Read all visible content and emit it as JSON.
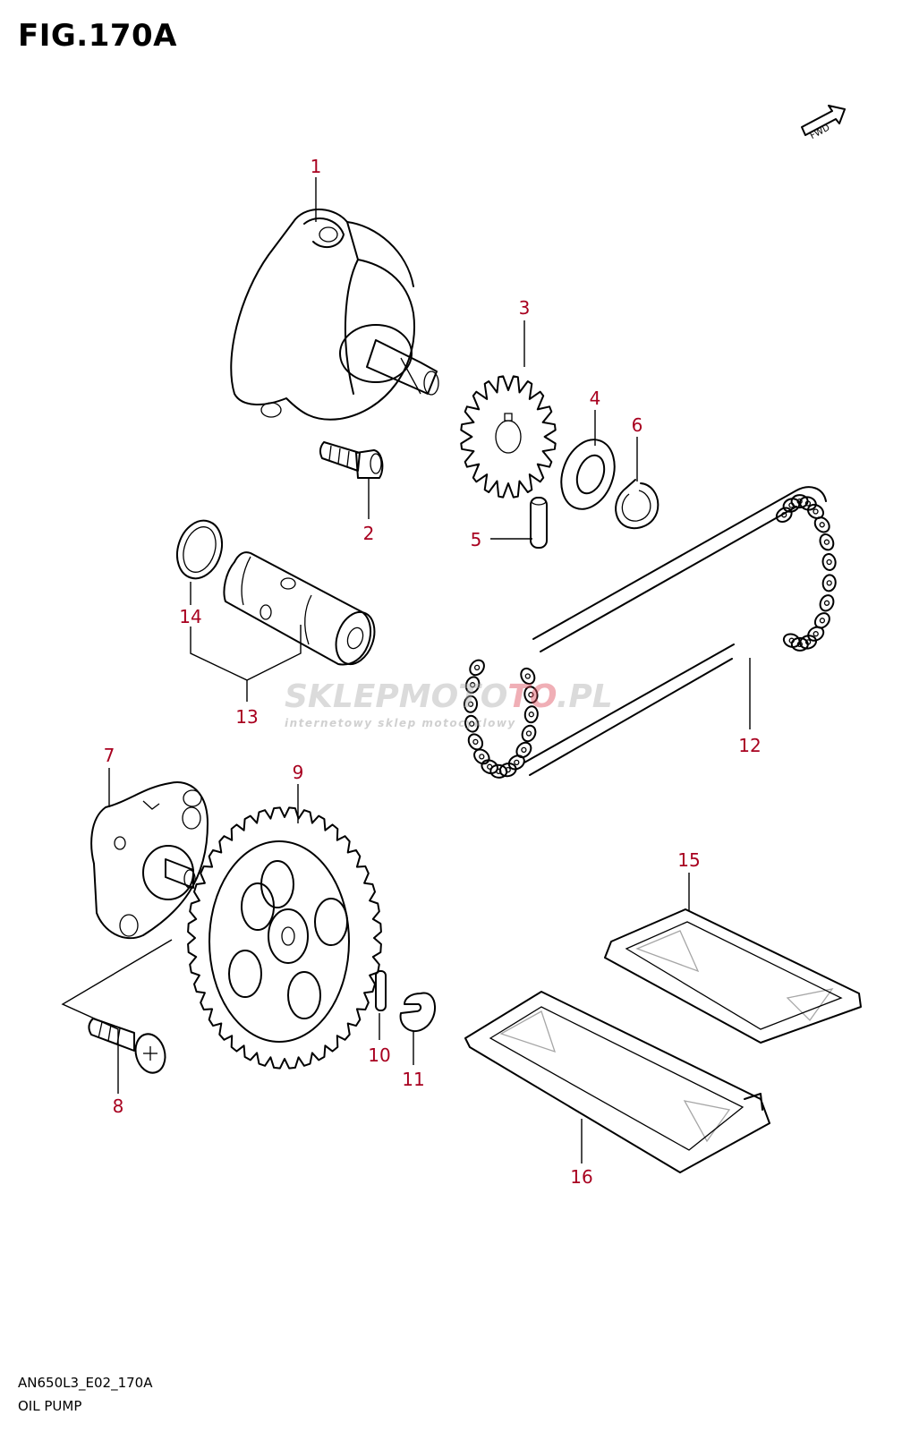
{
  "figure": {
    "title": "FIG.170A",
    "model_code": "AN650L3_E02_170A",
    "name": "OIL PUMP",
    "fwd_label": "FWD"
  },
  "watermark": {
    "brand_a": "SKLEPMOTO",
    "brand_b": "TO",
    "brand_c": ".PL",
    "tagline": "internetowy sklep motocyklowy"
  },
  "callouts": [
    {
      "id": "callout-1",
      "label": "1"
    },
    {
      "id": "callout-2",
      "label": "2"
    },
    {
      "id": "callout-3",
      "label": "3"
    },
    {
      "id": "callout-4",
      "label": "4"
    },
    {
      "id": "callout-5",
      "label": "5"
    },
    {
      "id": "callout-6",
      "label": "6"
    },
    {
      "id": "callout-7",
      "label": "7"
    },
    {
      "id": "callout-8",
      "label": "8"
    },
    {
      "id": "callout-9",
      "label": "9"
    },
    {
      "id": "callout-10",
      "label": "10"
    },
    {
      "id": "callout-11",
      "label": "11"
    },
    {
      "id": "callout-12",
      "label": "12"
    },
    {
      "id": "callout-13",
      "label": "13"
    },
    {
      "id": "callout-14",
      "label": "14"
    },
    {
      "id": "callout-15",
      "label": "15"
    },
    {
      "id": "callout-16",
      "label": "16"
    }
  ],
  "colors": {
    "callout": "#a8001f",
    "line": "#000000",
    "watermark_grey": "#c8c8c8",
    "watermark_red": "#e05060"
  }
}
